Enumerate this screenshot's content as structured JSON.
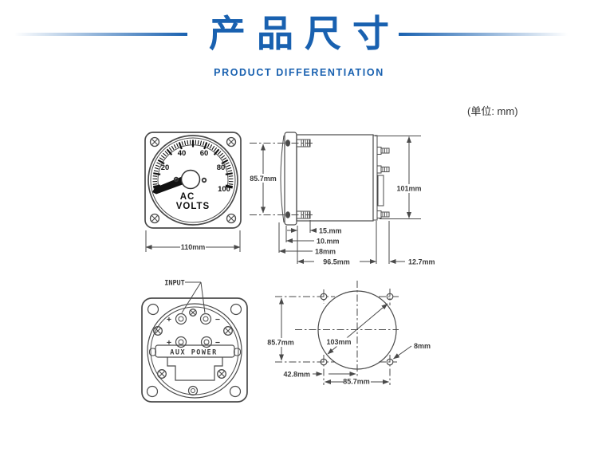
{
  "header": {
    "title": "产品尺寸",
    "subtitle": "PRODUCT DIFFERENTIATION"
  },
  "unit_note": "(单位: mm)",
  "colors": {
    "accent": "#1961b0",
    "drawing_line": "#4a4a4a"
  },
  "front_view": {
    "scale_labels": [
      "20",
      "40",
      "60",
      "80",
      "100"
    ],
    "meter_line1": "AC",
    "meter_line2": "VOLTS",
    "width_dim": "110mm"
  },
  "side_view": {
    "dim_left": "85.7mm",
    "dim_right": "101mm",
    "dim_rows": [
      "15.mm",
      "10.mm",
      "18mm",
      "96.5mm",
      "12.7mm"
    ]
  },
  "back_view": {
    "input_label": "INPUT",
    "aux_label": "AUX POWER",
    "plus": "+",
    "minus": "−"
  },
  "cutout_view": {
    "dim_left": "85.7mm",
    "dim_diameter": "103mm",
    "dim_hole": "8mm",
    "dim_offset": "42.8mm",
    "dim_bottom": "85.7mm"
  }
}
